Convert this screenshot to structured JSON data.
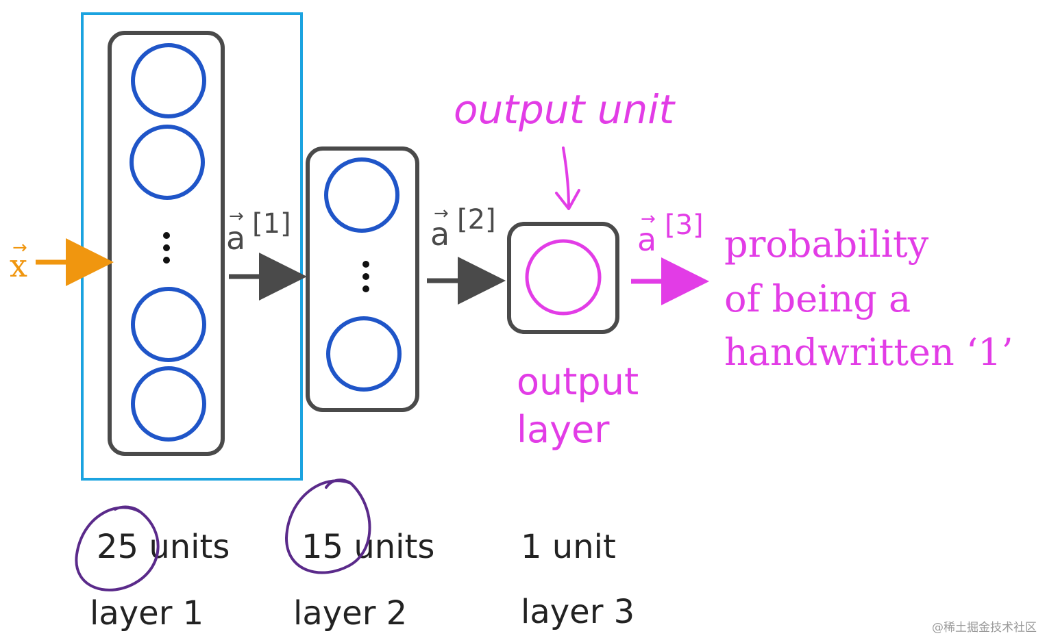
{
  "input": {
    "label": "x",
    "arrow_symbol": "→"
  },
  "activations": [
    {
      "base": "a",
      "superscript": "[1]"
    },
    {
      "base": "a",
      "superscript": "[2]"
    },
    {
      "base": "a",
      "superscript": "[3]"
    }
  ],
  "layers": [
    {
      "units_text": "25 units",
      "layer_text": "layer 1",
      "circled_number": true
    },
    {
      "units_text": "15 units",
      "layer_text": "layer 2",
      "circled_number": true
    },
    {
      "units_text": "1 unit",
      "layer_text": "layer 3",
      "circled_number": false
    }
  ],
  "annotations": {
    "output_unit": "output unit",
    "output_layer_line1": "output",
    "output_layer_line2": "layer",
    "probability_line1": "probability",
    "probability_line2": "of being a",
    "probability_line3": "handwritten ‘1’"
  },
  "watermark": "@稀土掘金技术社区",
  "colors": {
    "neuron": "#1f55c8",
    "frame": "#4a4a4a",
    "highlight_box": "#1ba3e0",
    "input_arrow": "#f0960f",
    "output": "#e23ce6",
    "hand_circle": "#5a2a8a",
    "text": "#222222",
    "watermark": "#9a9a9a"
  }
}
